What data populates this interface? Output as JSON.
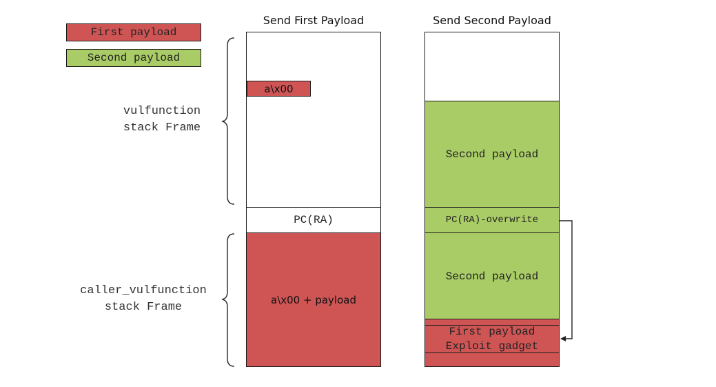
{
  "legend": {
    "first": "First payload",
    "second": "Second payload"
  },
  "columns": {
    "first_title": "Send First Payload",
    "second_title": "Send Second Payload"
  },
  "labels": {
    "vul_line1": "vulfunction",
    "vul_line2": "stack Frame",
    "caller_line1": "caller_vulfunction",
    "caller_line2": "stack Frame"
  },
  "first_column": {
    "small_payload": "a\\x00",
    "pc": "PC(RA)",
    "big_payload": "a\\x00 + payload"
  },
  "second_column": {
    "upper_payload": "Second payload",
    "pc_overwrite": "PC(RA)-overwrite",
    "lower_payload": "Second payload",
    "exploit_line1": "First payload",
    "exploit_line2": "Exploit gadget"
  },
  "colors": {
    "first_payload": "#cf5555",
    "second_payload": "#a9cc66"
  }
}
